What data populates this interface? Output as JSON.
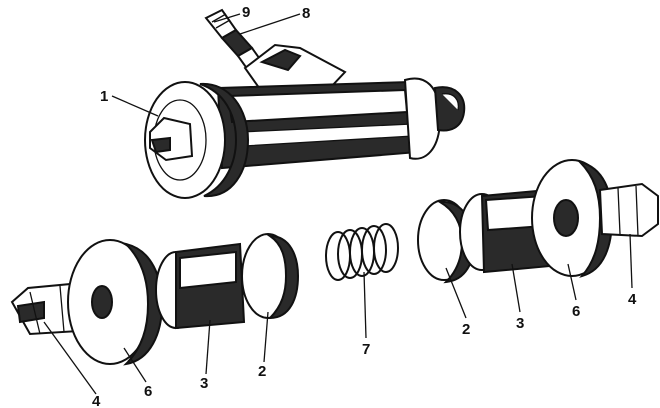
{
  "figure": {
    "description_domain": "exploded view of brake wheel cylinder",
    "colors": {
      "ink": "#111111",
      "paper": "#ffffff",
      "shade": "#2a2a2a",
      "light": "#ffffff"
    },
    "callouts": [
      {
        "id": "c1",
        "label": "1"
      },
      {
        "id": "c9",
        "label": "9"
      },
      {
        "id": "c8",
        "label": "8"
      },
      {
        "id": "c7",
        "label": "7"
      },
      {
        "id": "c2r",
        "label": "2"
      },
      {
        "id": "c3r",
        "label": "3"
      },
      {
        "id": "c6r",
        "label": "6"
      },
      {
        "id": "c4r",
        "label": "4"
      },
      {
        "id": "c4l",
        "label": "4"
      },
      {
        "id": "c6l",
        "label": "6"
      },
      {
        "id": "c3l",
        "label": "3"
      },
      {
        "id": "c2l",
        "label": "2"
      }
    ]
  }
}
